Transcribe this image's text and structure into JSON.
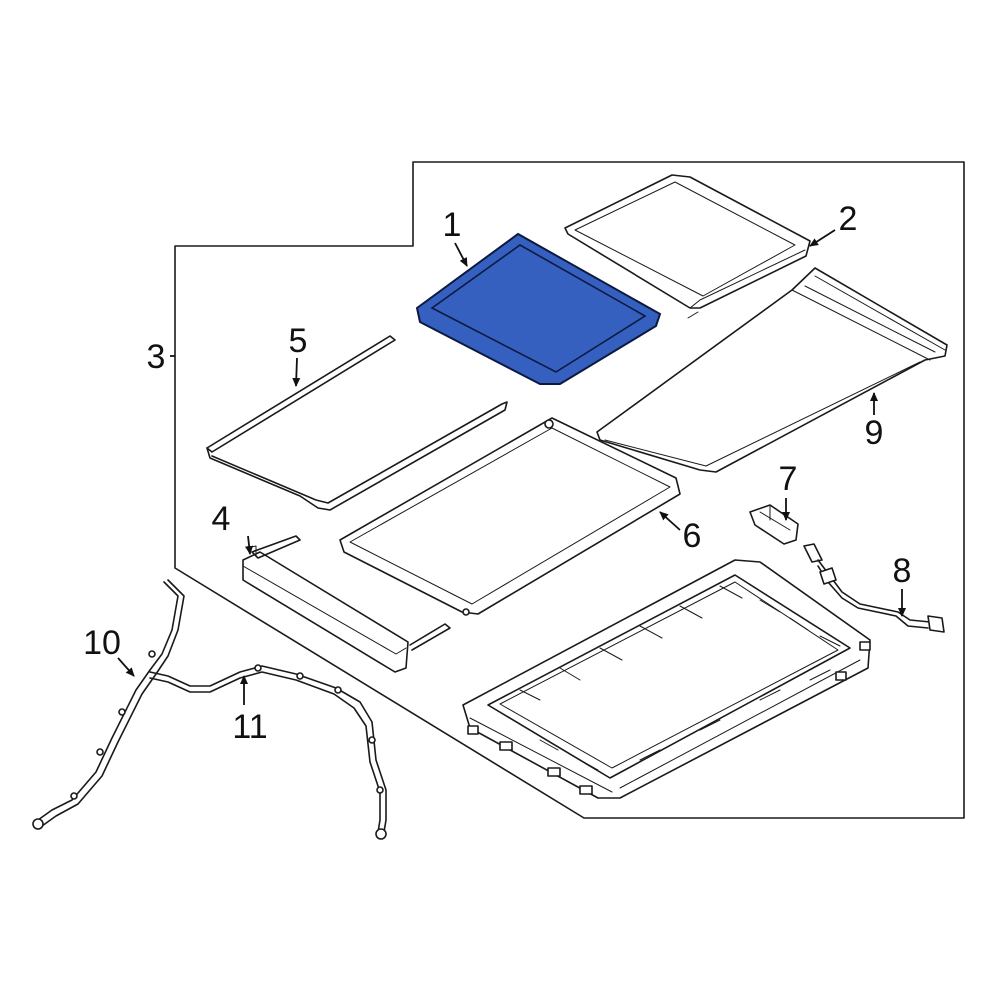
{
  "diagram": {
    "highlight_color": "#3560c0",
    "callouts": {
      "c1": "1",
      "c2": "2",
      "c3": "3",
      "c4": "4",
      "c5": "5",
      "c6": "6",
      "c7": "7",
      "c8": "8",
      "c9": "9",
      "c10": "10",
      "c11": "11"
    }
  }
}
